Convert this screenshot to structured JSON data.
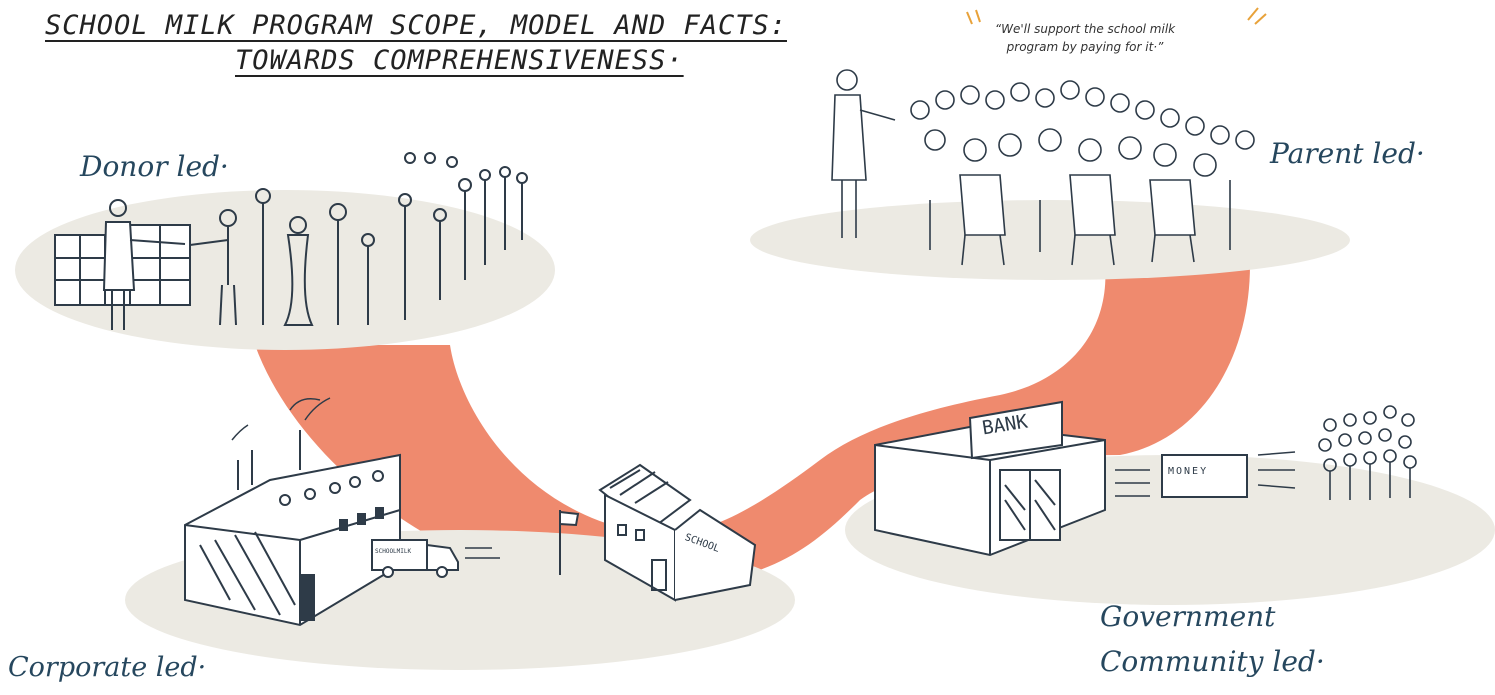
{
  "title": {
    "line1": "SCHOOL MILK PROGRAM SCOPE, MODEL AND FACTS:",
    "line2": "TOWARDS COMPREHENSIVENESS·"
  },
  "quote": {
    "line1": "“We'll support the school milk",
    "line2": "program by paying for it·”"
  },
  "labels": {
    "donor": "Donor led·",
    "parent": "Parent led·",
    "corporate": "Corporate led·",
    "government": "Government",
    "community": "Community led·"
  },
  "sign_text": {
    "bank": "BANK",
    "money": "MONEY",
    "school": "SCHOOL",
    "truck": "SCHOOLMILK"
  },
  "colors": {
    "accent": "#ef8a6e",
    "platform": "#eceae3",
    "ink": "#2e3b48",
    "label": "#26475e"
  }
}
